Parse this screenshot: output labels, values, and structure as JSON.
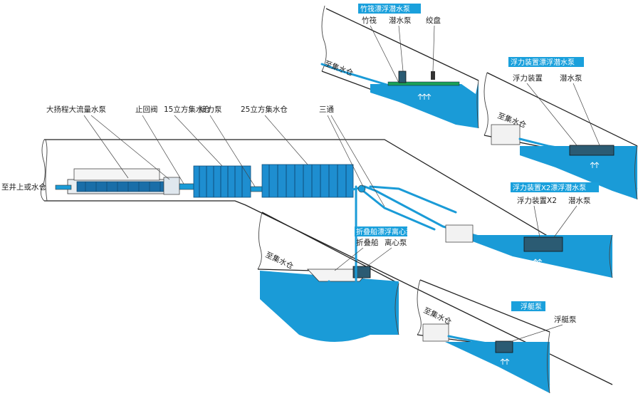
{
  "main": {
    "exit_label": "至井上或水仓",
    "labels": {
      "big_pump": "大扬程大流量水泵",
      "check_valve": "止回阀",
      "tank_15": "15立方集水仓",
      "relay_pump": "接力泵",
      "tank_25": "25立方集水仓",
      "tee": "三通"
    }
  },
  "panels": {
    "bamboo": {
      "tag": "竹筏漂浮潜水泵",
      "to_sump": "至集水仓",
      "labels": [
        "竹筏",
        "潜水泵",
        "绞盘"
      ]
    },
    "float_device": {
      "tag": "浮力装置漂浮潜水泵",
      "to_sump": "至集水仓",
      "labels": [
        "浮力装置",
        "潜水泵"
      ]
    },
    "float_x2": {
      "tag": "浮力装置X2漂浮潜水泵",
      "to_sump": "",
      "labels": [
        "浮力装置X2",
        "潜水泵"
      ]
    },
    "folding_boat": {
      "tag": "折叠船漂浮离心泵",
      "to_sump": "至集水仓",
      "labels": [
        "折叠船",
        "离心泵"
      ]
    },
    "pontoon": {
      "tag": "浮艇泵",
      "to_sump": "至集水仓",
      "labels": [
        "浮艇泵"
      ]
    }
  },
  "colors": {
    "water": "#1a9bd7",
    "tag_background": "#1aa0dc",
    "tank": "#1e8ed0"
  }
}
